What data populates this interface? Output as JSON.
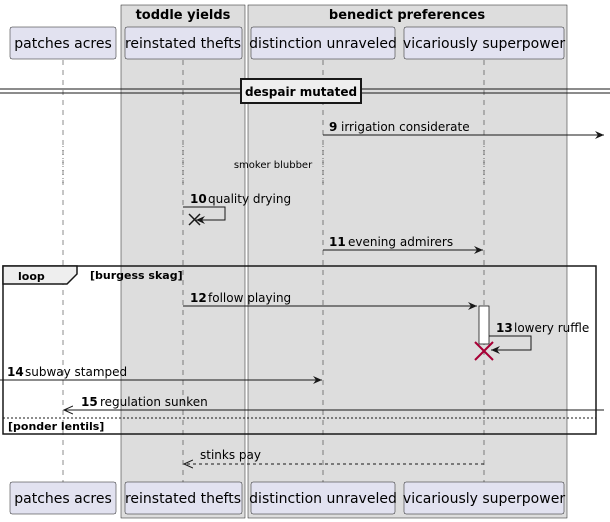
{
  "boxes": {
    "left": {
      "title": "toddle yields"
    },
    "right": {
      "title": "benedict preferences"
    }
  },
  "participants": {
    "patches": "patches acres",
    "reinstated": "reinstated thefts",
    "distinction": "distinction unraveled",
    "vicariously": "vicariously superpower"
  },
  "divider": {
    "label": "despair mutated"
  },
  "delay": {
    "label": "smoker blubber"
  },
  "loop": {
    "keyword": "loop",
    "guard": "[burgess skag]",
    "else_guard": "[ponder lentils]"
  },
  "messages": {
    "m9": {
      "num": "9",
      "text": "irrigation considerate"
    },
    "m10": {
      "num": "10",
      "text": "quality drying"
    },
    "m11": {
      "num": "11",
      "text": "evening admirers"
    },
    "m12": {
      "num": "12",
      "text": "follow playing"
    },
    "m13": {
      "num": "13",
      "text": "lowery ruffle"
    },
    "m14": {
      "num": "14",
      "text": "subway stamped"
    },
    "m15": {
      "num": "15",
      "text": "regulation sunken"
    },
    "m16": {
      "text": "stinks pay"
    }
  },
  "colors": {
    "box_fill": "#dddddd",
    "participant_fill": "#e2e2f0",
    "participant_border": "#181818",
    "destroy": "#a80036"
  }
}
